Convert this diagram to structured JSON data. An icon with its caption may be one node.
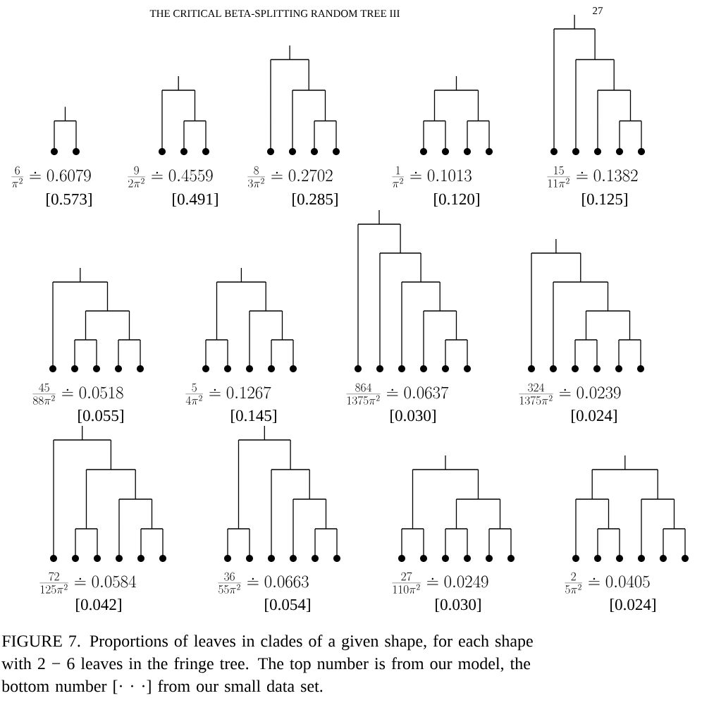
{
  "diagram": {
    "title": "THE CRITICAL BETA-SPLITTING RANDOM TREE III",
    "caption": "FIGURE 7. Proportions of leaves in clades of a given shape, for each shape with 2 − 6 leaves in the fringe tree. The top number is from our model, the bottom number [· · ·] from our small data set.",
    "labels": [
      "27",
      "\\frac{6}{\\pi^2} \\doteq 0.6079",
      "[0.573]",
      "\\frac{9}{2\\pi^2} \\doteq 0.4559",
      "[0.491]",
      "\\frac{8}{3\\pi^2} \\doteq 0.2702",
      "[0.285]",
      "\\frac{1}{\\pi^2} \\doteq 0.1013",
      "[0.120]",
      "\\frac{15}{11\\pi^2} \\doteq 0.1382",
      "[0.125]",
      "\\frac{45}{88\\pi^2} \\doteq 0.0518",
      "[0.055]",
      "\\frac{5}{4\\pi^2} \\doteq 0.1267",
      "[0.145]",
      "\\frac{864}{1375\\pi^2} \\doteq 0.0637",
      "[0.030]",
      "\\frac{324}{1375\\pi^2} \\doteq 0.0239",
      "[0.024]",
      "\\frac{72}{125\\pi^2} \\doteq 0.0584",
      "[0.042]",
      "\\frac{36}{55\\pi^2} \\doteq 0.0663",
      "[0.054]",
      "\\frac{27}{110\\pi^2} \\doteq 0.0249",
      "[0.030]",
      "\\frac{2}{5\\pi^2} \\doteq 0.0405",
      "[0.024]"
    ]
  }
}
